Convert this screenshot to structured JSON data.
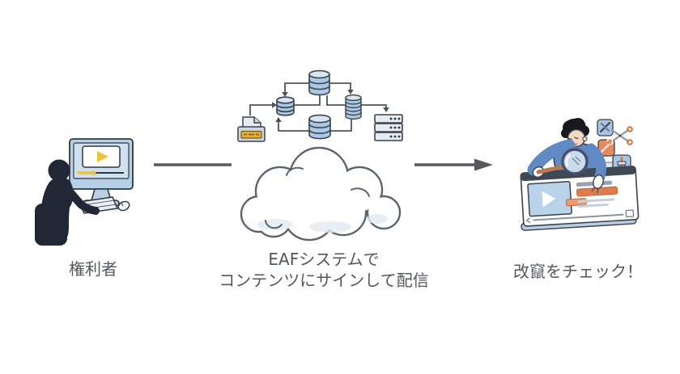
{
  "diagram": {
    "steps": {
      "source": {
        "label": "権利者"
      },
      "system": {
        "caption_line1": "EAFシステムで",
        "caption_line2": "コンテンツにサインして配信"
      },
      "destination": {
        "label": "改竄をチェック！"
      }
    },
    "colors": {
      "background": "#ffffff",
      "text": "#53575c",
      "arrow": "#55595e",
      "outline": "#3a424c",
      "db_fill": "#aac8e6",
      "db_top": "#d8e5f2",
      "cloud_stroke": "#5a646f",
      "silhouette": "#1f2834",
      "monitor_blue": "#b7d0e6",
      "accent_yellow": "#ecc23f",
      "shirt_blue": "#6189c4",
      "accent_orange": "#e07b4a",
      "skin": "#f4d8c2",
      "icon_blue": "#a9c4e0",
      "icon_orange": "#e8895d",
      "gold_strip": "#e3ae33"
    }
  }
}
